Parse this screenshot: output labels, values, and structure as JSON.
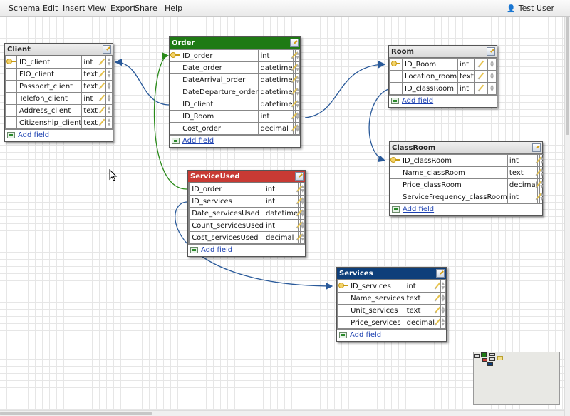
{
  "menu": {
    "items": [
      "Schema",
      "Edit",
      "Insert",
      "View",
      "Export",
      "Share",
      "Help"
    ],
    "user": "Test User"
  },
  "add_field_label": "Add field",
  "tables": {
    "client": {
      "title": "Client",
      "color": "#e0e0e0",
      "fields": [
        {
          "name": "ID_client",
          "type": "int",
          "key": true
        },
        {
          "name": "FIO_client",
          "type": "text",
          "key": false
        },
        {
          "name": "Passport_client",
          "type": "text",
          "key": false
        },
        {
          "name": "Telefon_client",
          "type": "int",
          "key": false
        },
        {
          "name": "Address_client",
          "type": "text",
          "key": false
        },
        {
          "name": "Citizenship_client",
          "type": "text",
          "key": false
        }
      ]
    },
    "order": {
      "title": "Order",
      "color": "#1f7a14",
      "fields": [
        {
          "name": "ID_order",
          "type": "int",
          "key": true
        },
        {
          "name": "Date_order",
          "type": "datetime",
          "key": false
        },
        {
          "name": "DateArrival_order",
          "type": "datetime",
          "key": false
        },
        {
          "name": "DateDeparture_order",
          "type": "datetime",
          "key": false
        },
        {
          "name": "ID_client",
          "type": "datetime",
          "key": false
        },
        {
          "name": "ID_Room",
          "type": "int",
          "key": false
        },
        {
          "name": "Cost_order",
          "type": "decimal",
          "key": false
        }
      ]
    },
    "room": {
      "title": "Room",
      "color": "#e0e0e0",
      "fields": [
        {
          "name": "ID_Room",
          "type": "int",
          "key": true
        },
        {
          "name": "Location_room",
          "type": "text",
          "key": false
        },
        {
          "name": "ID_classRoom",
          "type": "int",
          "key": false
        }
      ]
    },
    "classroom": {
      "title": "ClassRoom",
      "color": "#e0e0e0",
      "fields": [
        {
          "name": "ID_classRoom",
          "type": "int",
          "key": true
        },
        {
          "name": "Name_classRoom",
          "type": "text",
          "key": false
        },
        {
          "name": "Price_classRoom",
          "type": "decimal",
          "key": false
        },
        {
          "name": "ServiceFrequency_classRoom",
          "type": "int",
          "key": false
        }
      ]
    },
    "serviceused": {
      "title": "ServiceUsed",
      "color": "#c83a34",
      "fields": [
        {
          "name": "ID_order",
          "type": "int",
          "key": false
        },
        {
          "name": "ID_services",
          "type": "int",
          "key": false
        },
        {
          "name": "Date_servicesUsed",
          "type": "datetime",
          "key": false
        },
        {
          "name": "Count_servicesUsed",
          "type": "int",
          "key": false
        },
        {
          "name": "Cost_servicesUsed",
          "type": "decimal",
          "key": false
        }
      ]
    },
    "services": {
      "title": "Services",
      "color": "#0e3f7a",
      "fields": [
        {
          "name": "ID_services",
          "type": "int",
          "key": true
        },
        {
          "name": "Name_services",
          "type": "text",
          "key": false
        },
        {
          "name": "Unit_services",
          "type": "text",
          "key": false
        },
        {
          "name": "Price_services",
          "type": "decimal",
          "key": false
        }
      ]
    }
  }
}
